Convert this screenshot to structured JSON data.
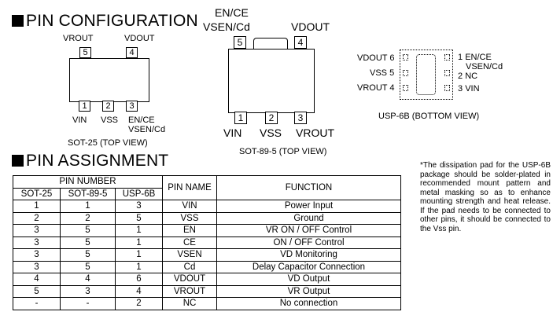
{
  "pin_configuration": {
    "heading": "PIN CONFIGURATION",
    "sot25": {
      "top_pins": [
        {
          "num": "5",
          "name": "VROUT"
        },
        {
          "num": "4",
          "name": "VDOUT"
        }
      ],
      "bottom_pins": [
        {
          "num": "1",
          "name": "VIN"
        },
        {
          "num": "2",
          "name": "VSS"
        },
        {
          "num": "3",
          "name_line1": "EN/CE",
          "name_line2": "VSEN/Cd"
        }
      ],
      "caption": "SOT-25 (TOP VIEW)"
    },
    "sot89": {
      "top_pins": [
        {
          "num": "5",
          "name_line1": "EN/CE",
          "name_line2": "VSEN/Cd"
        },
        {
          "num": "4",
          "name": "VDOUT"
        }
      ],
      "bottom_pins": [
        {
          "num": "1",
          "name": "VIN"
        },
        {
          "num": "2",
          "name": "VSS"
        },
        {
          "num": "3",
          "name": "VROUT"
        }
      ],
      "caption": "SOT-89-5 (TOP VIEW)"
    },
    "usp6b": {
      "left_pins": [
        {
          "num": "6",
          "name": "VDOUT"
        },
        {
          "num": "5",
          "name": "VSS"
        },
        {
          "num": "4",
          "name": "VROUT"
        }
      ],
      "right_pins": [
        {
          "num": "1",
          "name_line1": "EN/CE",
          "name_line2": "VSEN/Cd"
        },
        {
          "num": "2",
          "name": "NC"
        },
        {
          "num": "3",
          "name": "VIN"
        }
      ],
      "caption": "USP-6B (BOTTOM VIEW)"
    }
  },
  "pin_assignment": {
    "heading": "PIN ASSIGNMENT",
    "header_group": "PIN NUMBER",
    "columns": [
      "SOT-25",
      "SOT-89-5",
      "USP-6B",
      "PIN NAME",
      "FUNCTION"
    ],
    "rows": [
      [
        "1",
        "1",
        "3",
        "VIN",
        "Power Input"
      ],
      [
        "2",
        "2",
        "5",
        "VSS",
        "Ground"
      ],
      [
        "3",
        "5",
        "1",
        "EN",
        "VR ON / OFF Control"
      ],
      [
        "3",
        "5",
        "1",
        "CE",
        "ON / OFF Control"
      ],
      [
        "3",
        "5",
        "1",
        "VSEN",
        "VD Monitoring"
      ],
      [
        "3",
        "5",
        "1",
        "Cd",
        "Delay Capacitor Connection"
      ],
      [
        "4",
        "4",
        "6",
        "VDOUT",
        "VD Output"
      ],
      [
        "5",
        "3",
        "4",
        "VROUT",
        "VR Output"
      ],
      [
        "-",
        "-",
        "2",
        "NC",
        "No connection"
      ]
    ]
  },
  "note": "*The dissipation pad for the USP-6B package should be solder-plated in recommended mount pattern and metal masking so as to enhance mounting strength and heat release. If the pad needs to be connected to other pins, it should be connected to the Vss pin."
}
